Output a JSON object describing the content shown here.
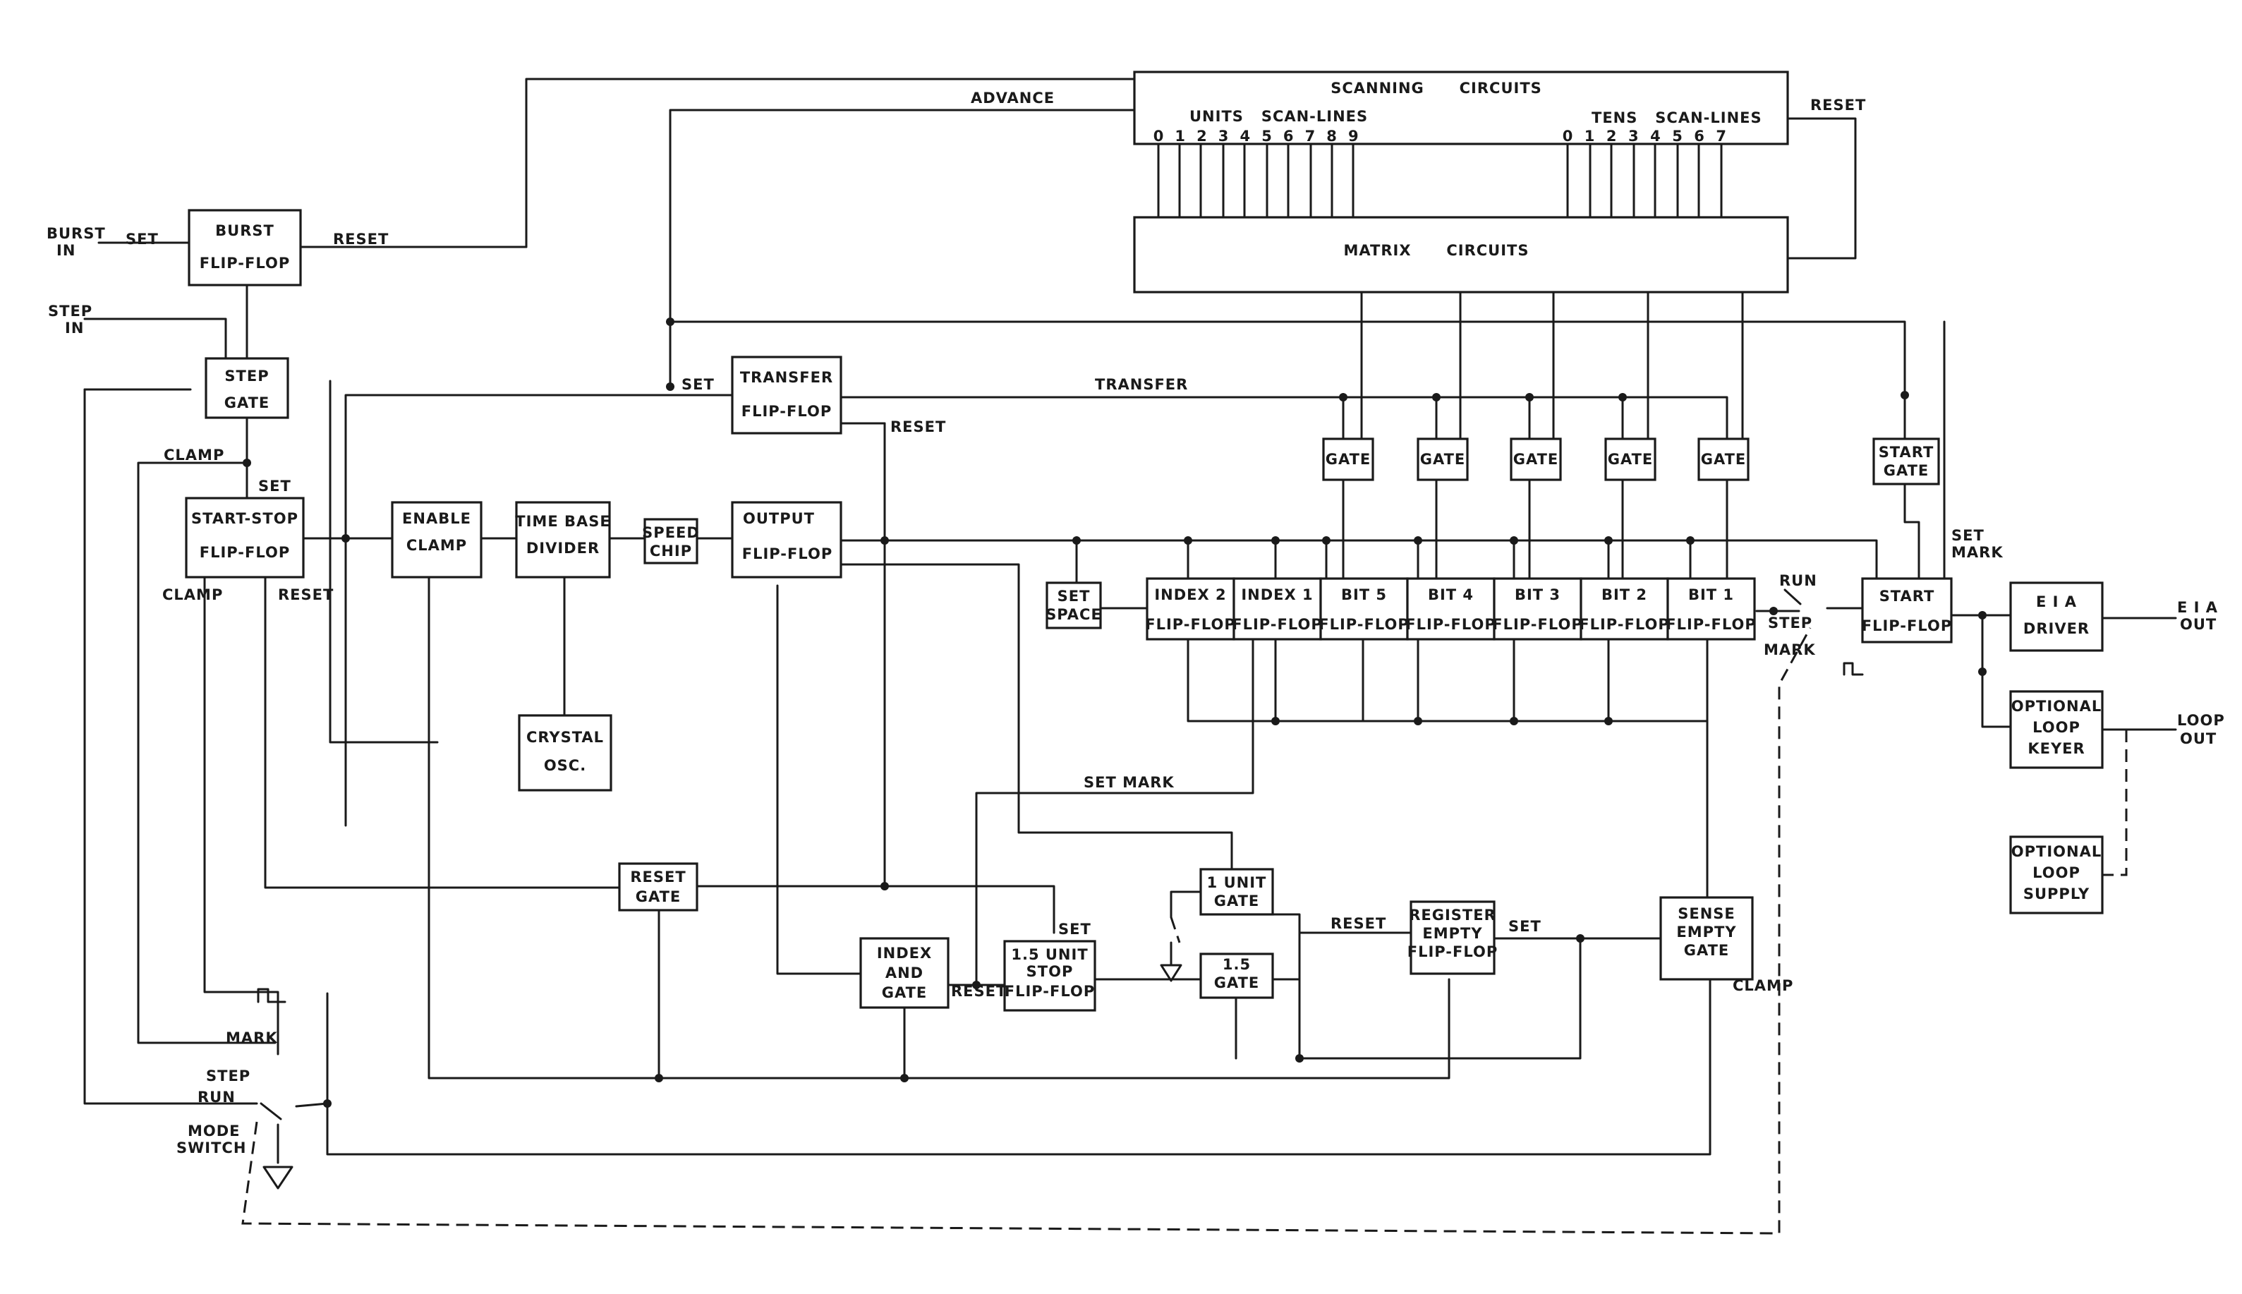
{
  "blocks": {
    "burst_ff": [
      "BURST",
      "FLIP-FLOP"
    ],
    "step_gate": [
      "STEP",
      "GATE"
    ],
    "start_stop_ff": [
      "START-STOP",
      "FLIP-FLOP"
    ],
    "enable_clamp": [
      "ENABLE",
      "CLAMP"
    ],
    "time_base": [
      "TIME BASE",
      "DIVIDER"
    ],
    "speed_chip": [
      "SPEED",
      "CHIP"
    ],
    "output_ff": [
      "OUTPUT",
      "FLIP-FLOP"
    ],
    "transfer_ff": [
      "TRANSFER",
      "FLIP-FLOP"
    ],
    "crystal": [
      "CRYSTAL",
      "OSC."
    ],
    "scanning": "SCANNING      CIRCUITS",
    "matrix": "MATRIX      CIRCUITS",
    "gate": "GATE",
    "start_gate": [
      "START",
      "GATE"
    ],
    "set_space": [
      "SET",
      "SPACE"
    ],
    "register": [
      "INDEX 2",
      "INDEX 1",
      "BIT 5",
      "BIT 4",
      "BIT 3",
      "BIT 2",
      "BIT 1"
    ],
    "register_sub": "FLIP-FLOP",
    "start_ff": [
      "START",
      "FLIP-FLOP"
    ],
    "eia_driver": [
      "E I A",
      "DRIVER"
    ],
    "loop_keyer": [
      "OPTIONAL",
      "LOOP",
      "KEYER"
    ],
    "loop_supply": [
      "OPTIONAL",
      "LOOP",
      "SUPPLY"
    ],
    "reset_gate": [
      "RESET",
      "GATE"
    ],
    "index_and_gate": [
      "INDEX",
      "AND",
      "GATE"
    ],
    "stop_ff": [
      "1.5 UNIT",
      "STOP",
      "FLIP-FLOP"
    ],
    "one_unit_gate": [
      "1 UNIT",
      "GATE"
    ],
    "one_five_gate": [
      "1.5",
      "GATE"
    ],
    "reg_empty_ff": [
      "REGISTER",
      "EMPTY",
      "FLIP-FLOP"
    ],
    "sense_empty_gate": [
      "SENSE",
      "EMPTY",
      "GATE"
    ]
  },
  "labels": {
    "burst_in": [
      "BURST",
      "IN"
    ],
    "step_in": [
      "STEP",
      "IN"
    ],
    "set": "SET",
    "reset": "RESET",
    "clamp": "CLAMP",
    "advance": "ADVANCE",
    "transfer": "TRANSFER",
    "units_scan": "UNITS   SCAN-LINES",
    "tens_scan": "TENS   SCAN-LINES",
    "units_digits": [
      "0",
      "1",
      "2",
      "3",
      "4",
      "5",
      "6",
      "7",
      "8",
      "9"
    ],
    "tens_digits": [
      "0",
      "1",
      "2",
      "3",
      "4",
      "5",
      "6",
      "7"
    ],
    "set_mark_right": [
      "SET",
      "MARK"
    ],
    "set_mark": "SET MARK",
    "run": "RUN",
    "step": "STEP",
    "mark": "MARK",
    "mode_switch": [
      "MODE",
      "SWITCH"
    ],
    "eia_out": [
      "E I A",
      "OUT"
    ],
    "loop_out": [
      "LOOP",
      "OUT"
    ]
  }
}
